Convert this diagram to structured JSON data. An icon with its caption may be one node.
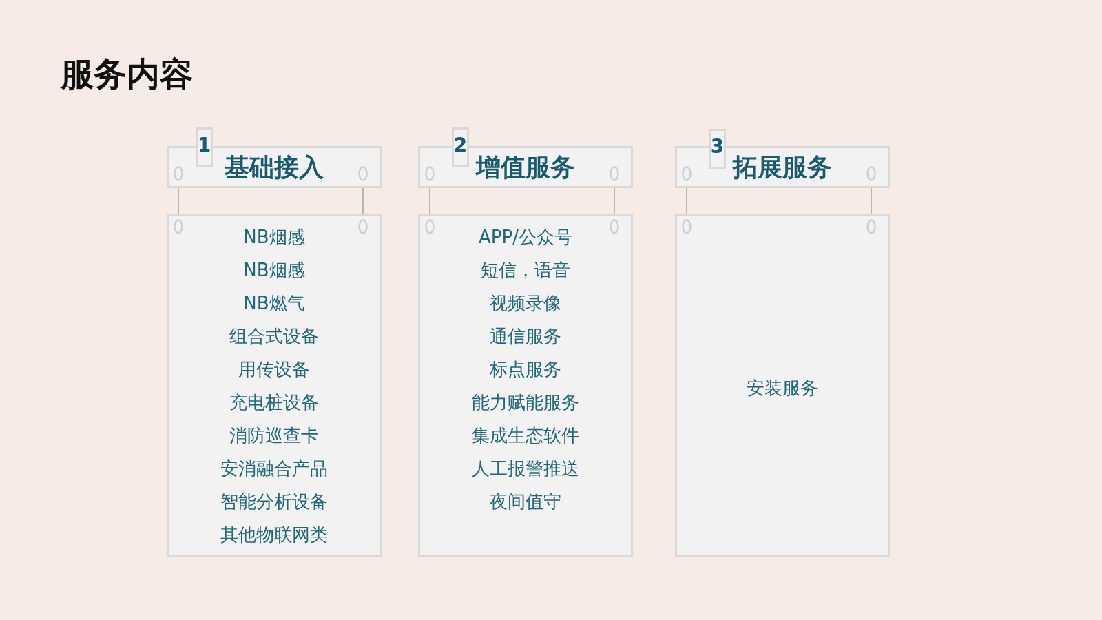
{
  "diagram": {
    "title": "服务内容",
    "nodes": [
      {
        "text": [
          "1"
        ]
      },
      {
        "text": [
          "基础接入"
        ]
      },
      {
        "text": [
          "NB烟感",
          "NB烟感",
          "NB燃气",
          "组合式设备",
          "用传设备",
          "充电桩设备",
          "消防巡查卡",
          "安消融合产品",
          "智能分析设备",
          "其他物联网类"
        ]
      },
      {
        "text": [
          "2"
        ]
      },
      {
        "text": [
          "增值服务"
        ]
      },
      {
        "text": [
          "APP/公众号",
          "短信，语音",
          "视频录像",
          "通信服务",
          "标点服务",
          "能力赋能服务",
          "集成生态软件",
          "人工报警推送",
          "夜间值守"
        ]
      },
      {
        "text": [
          "3"
        ]
      },
      {
        "text": [
          "拓展服务"
        ]
      },
      {
        "text": [
          "安装服务"
        ]
      }
    ],
    "edges": [
      {
        "from": 1,
        "to": 2,
        "arrow": "none"
      },
      {
        "from": 1,
        "to": 2,
        "arrow": "none"
      },
      {
        "from": 4,
        "to": 5,
        "arrow": "none"
      },
      {
        "from": 4,
        "to": 5,
        "arrow": "none"
      },
      {
        "from": 7,
        "to": 8,
        "arrow": "none"
      },
      {
        "from": 7,
        "to": 8,
        "arrow": "none"
      }
    ]
  }
}
